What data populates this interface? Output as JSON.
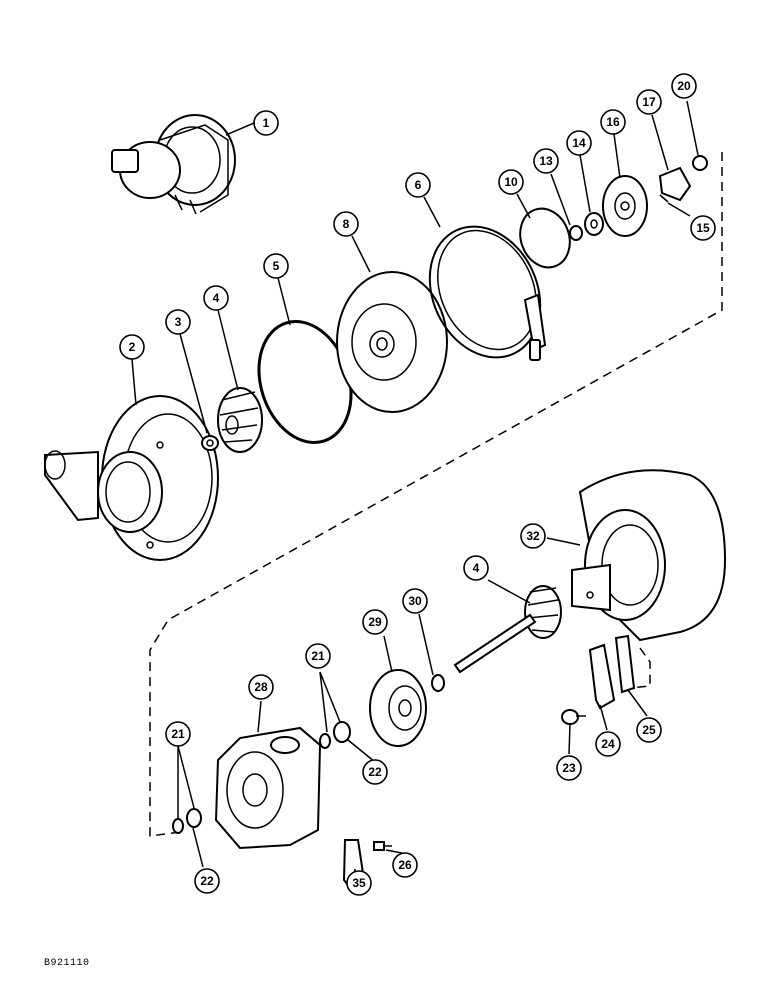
{
  "drawing_number": "B921110",
  "callouts": [
    {
      "label": "1"
    },
    {
      "label": "2"
    },
    {
      "label": "3"
    },
    {
      "label": "4"
    },
    {
      "label": "5"
    },
    {
      "label": "8"
    },
    {
      "label": "6"
    },
    {
      "label": "10"
    },
    {
      "label": "13"
    },
    {
      "label": "14"
    },
    {
      "label": "16"
    },
    {
      "label": "17"
    },
    {
      "label": "20"
    },
    {
      "label": "15"
    },
    {
      "label": "32"
    },
    {
      "label": "4"
    },
    {
      "label": "29"
    },
    {
      "label": "30"
    },
    {
      "label": "21"
    },
    {
      "label": "28"
    },
    {
      "label": "22"
    },
    {
      "label": "21"
    },
    {
      "label": "22"
    },
    {
      "label": "35"
    },
    {
      "label": "26"
    },
    {
      "label": "23"
    },
    {
      "label": "24"
    },
    {
      "label": "25"
    }
  ]
}
